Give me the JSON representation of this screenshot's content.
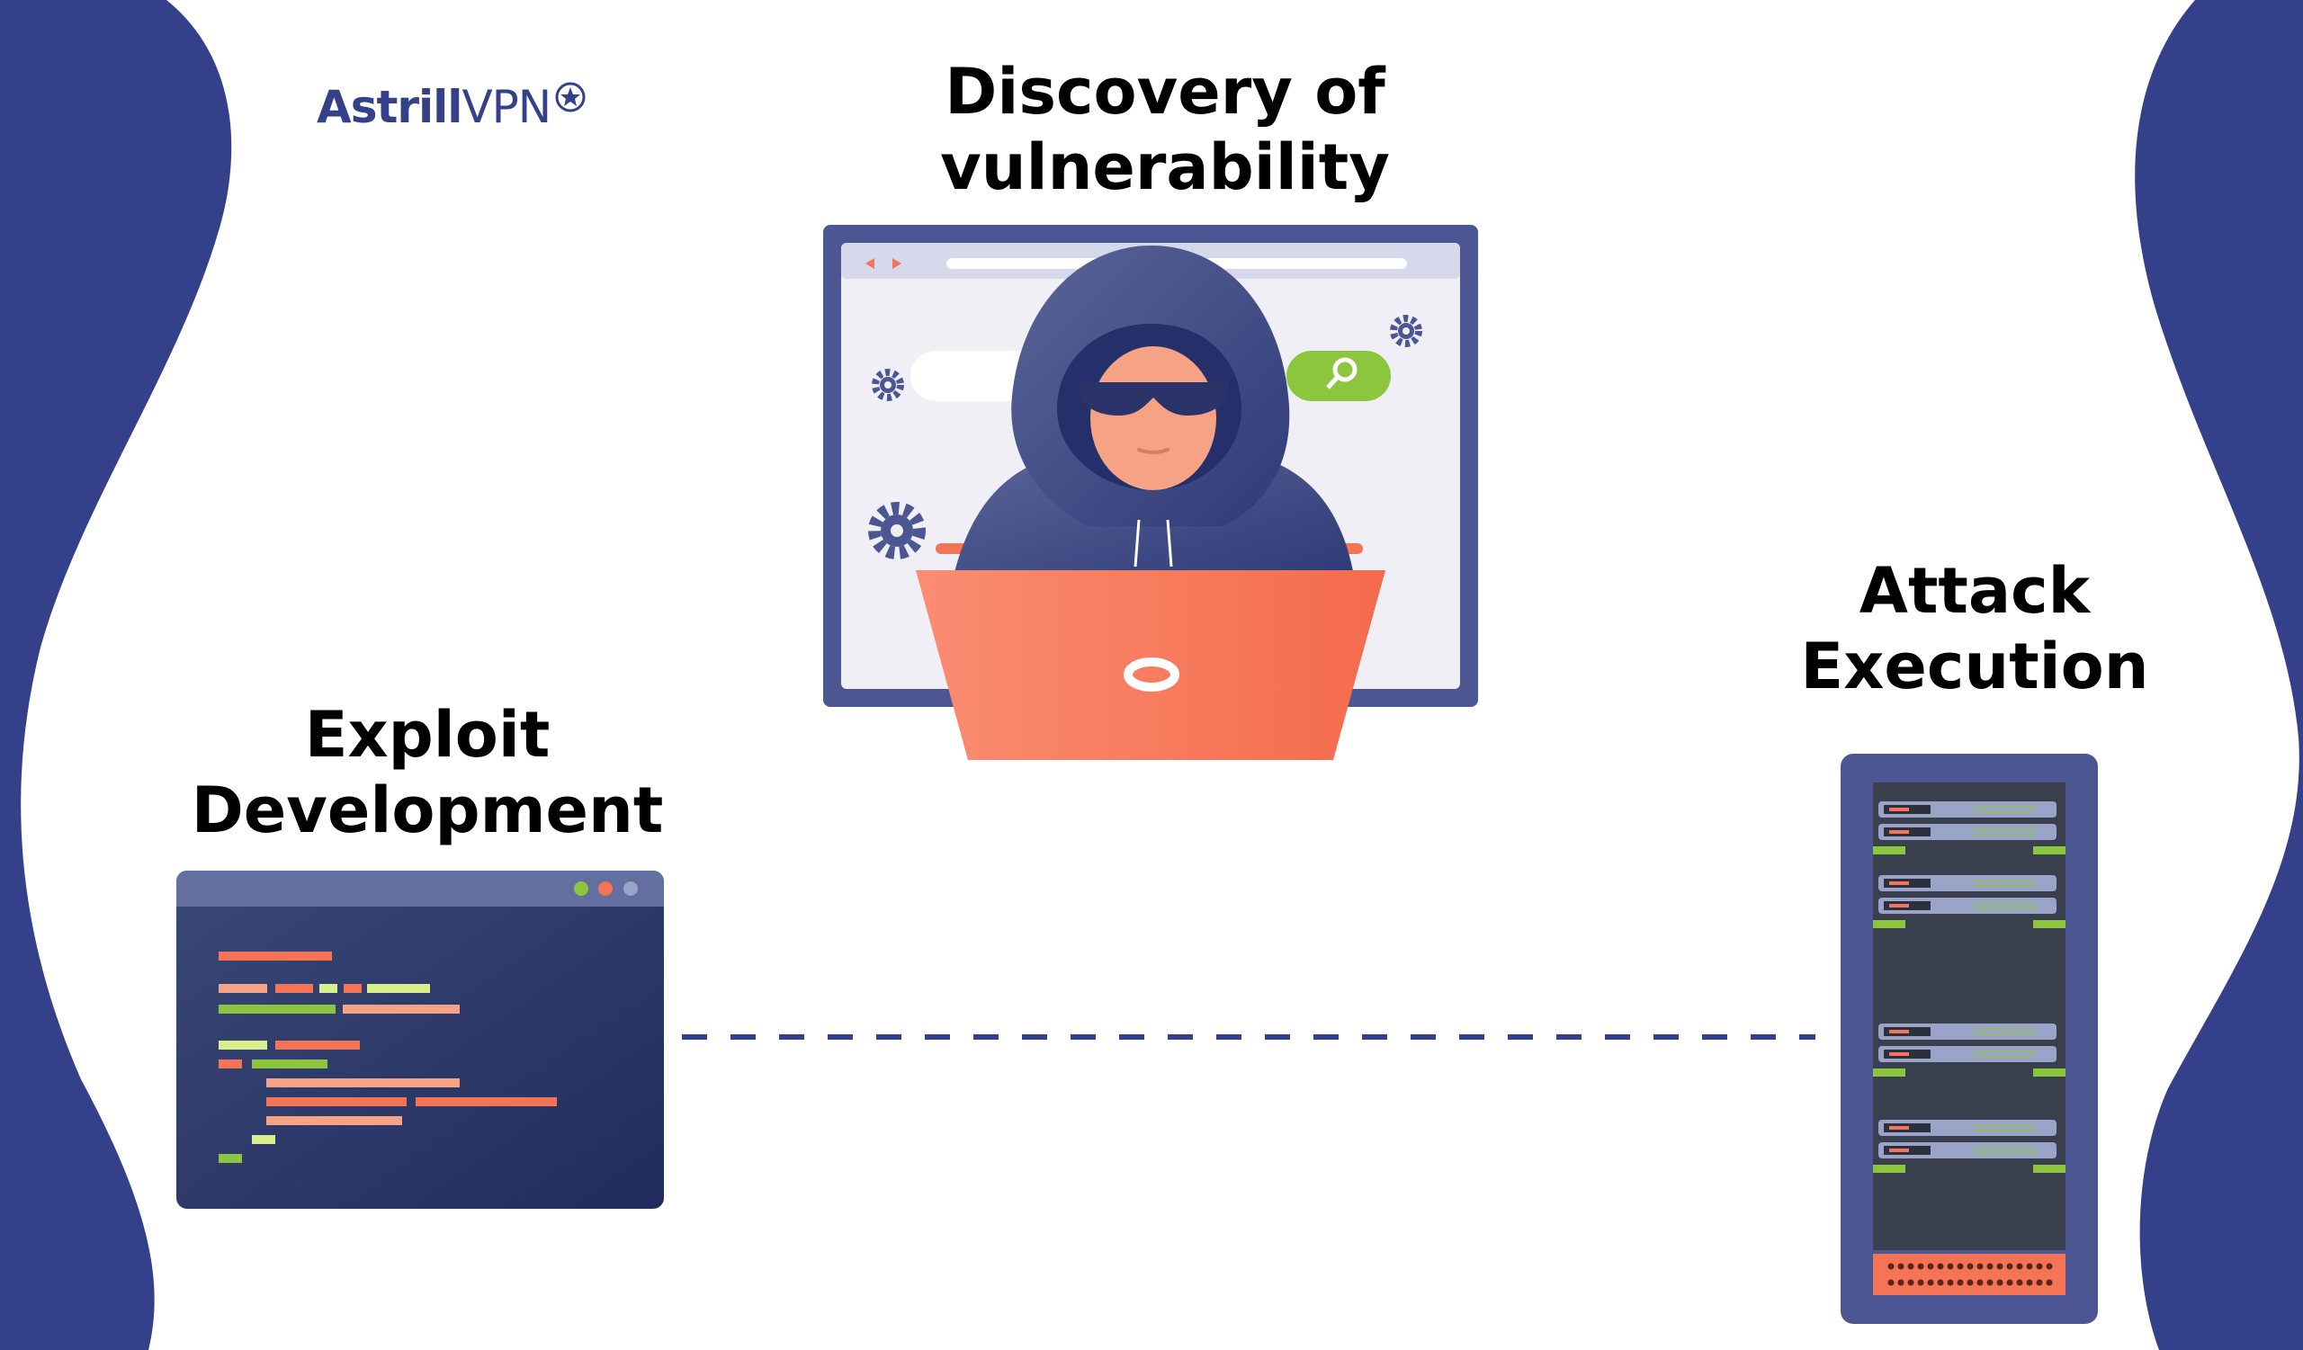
{
  "logo": {
    "name_bold": "Astrill",
    "name_light": "VPN",
    "icon": "star-circle-icon"
  },
  "stages": [
    {
      "line1": "Discovery of",
      "line2": "vulnerability",
      "icon": "hooded-hacker-laptop-icon"
    },
    {
      "line1": "Exploit",
      "line2": "Development",
      "icon": "code-editor-window-icon"
    },
    {
      "line1": "Attack",
      "line2": "Execution",
      "icon": "server-rack-icon"
    }
  ],
  "connector": {
    "style": "dashed",
    "from": "Exploit Development",
    "to": "Attack Execution"
  },
  "colors": {
    "navy": "#34418a",
    "coral": "#f67456",
    "green": "#8cc63f",
    "code_bg": "#2b3668",
    "light_panel": "#efeff5"
  }
}
